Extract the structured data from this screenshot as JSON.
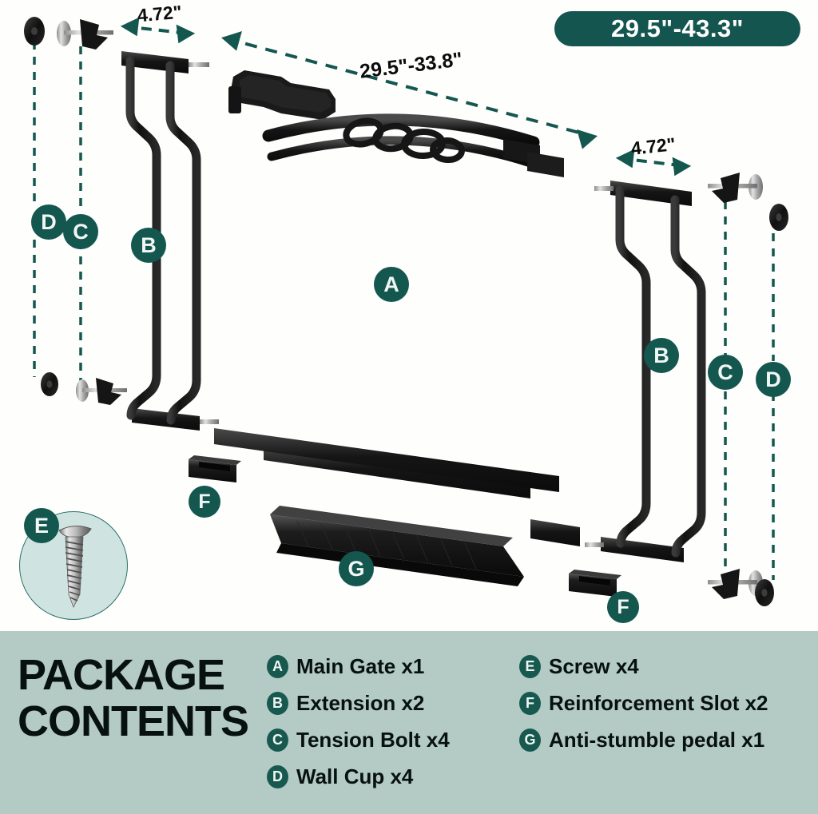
{
  "size_pill": {
    "label": "29.5\"-43.3\""
  },
  "dimensions": {
    "left": "4.72\"",
    "center": "29.5\"-33.8\"",
    "right": "4.72\""
  },
  "callouts": [
    {
      "id": "d-left",
      "label": "D"
    },
    {
      "id": "c-left",
      "label": "C"
    },
    {
      "id": "b-left",
      "label": "B"
    },
    {
      "id": "a-gate",
      "label": "A"
    },
    {
      "id": "b-right",
      "label": "B"
    },
    {
      "id": "c-right",
      "label": "C"
    },
    {
      "id": "d-right",
      "label": "D"
    },
    {
      "id": "e-screw",
      "label": "E"
    },
    {
      "id": "f-left",
      "label": "F"
    },
    {
      "id": "f-right",
      "label": "F"
    },
    {
      "id": "g-pedal",
      "label": "G"
    }
  ],
  "footer": {
    "title_line_1": "PACKAGE",
    "title_line_2": "CONTENTS",
    "column_1": [
      {
        "key": "A",
        "text": "Main Gate x1"
      },
      {
        "key": "B",
        "text": "Extension x2"
      },
      {
        "key": "C",
        "text": "Tension Bolt x4"
      },
      {
        "key": "D",
        "text": "Wall Cup x4"
      }
    ],
    "column_2": [
      {
        "key": "E",
        "text": "Screw x4"
      },
      {
        "key": "F",
        "text": "Reinforcement Slot x2"
      },
      {
        "key": "G",
        "text": "Anti-stumble pedal x1"
      }
    ]
  },
  "colors": {
    "teal": "#14574f",
    "pill": "#14554f",
    "footer_band": "#b4cac5",
    "inset_fill": "#cfe4e0",
    "metal_black": "#141414",
    "page_bg": "#fefefd"
  }
}
